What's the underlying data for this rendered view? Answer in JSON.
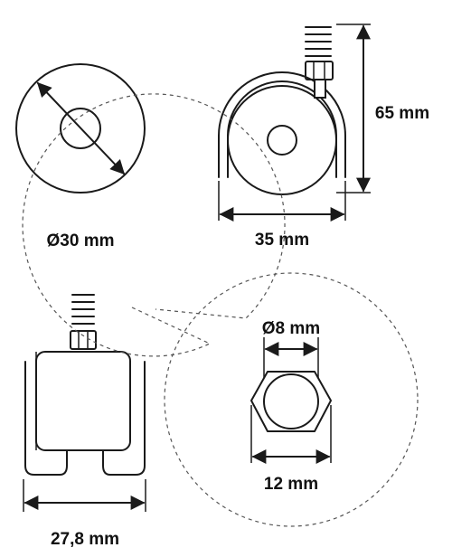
{
  "labels": {
    "diameter_wheel": "Ø30 mm",
    "width_side": "35 mm",
    "height_total": "65 mm",
    "width_front": "27,8 mm",
    "diameter_stem": "Ø8 mm",
    "hex_width": "12 mm"
  },
  "colors": {
    "line": "#1a1a1a",
    "background": "#ffffff"
  }
}
